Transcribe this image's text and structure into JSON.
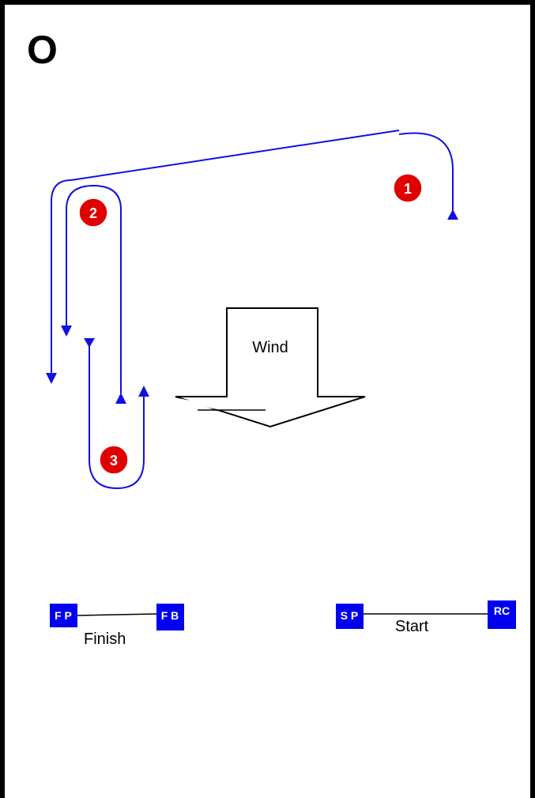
{
  "title": "O",
  "wind": {
    "label": "Wind"
  },
  "marks": [
    {
      "id": "1",
      "label": "1"
    },
    {
      "id": "2",
      "label": "2"
    },
    {
      "id": "3",
      "label": "3"
    }
  ],
  "finish": {
    "left": "F P",
    "right": "F B",
    "label": "Finish"
  },
  "start": {
    "left": "S P",
    "right": "RC",
    "label": "Start"
  },
  "colors": {
    "course": "#1010e0",
    "mark": "#e00000",
    "box": "#0000ee"
  }
}
